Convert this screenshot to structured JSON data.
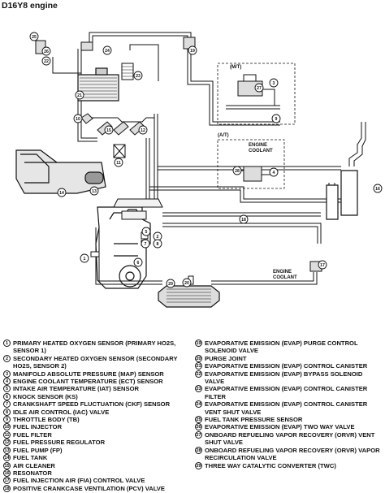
{
  "title": "D16Y8 engine",
  "labels": {
    "mt": "(M/T)",
    "at": "(A/T)",
    "engine_coolant_1": "ENGINE\nCOOLANT",
    "engine_coolant_2": "ENGINE\nCOOLANT"
  },
  "legend_left": [
    {
      "num": "1",
      "text": "PRIMARY HEATED OXYGEN SENSOR (PRIMARY HO2S, SENSOR 1)"
    },
    {
      "num": "2",
      "text": "SECONDARY HEATED OXYGEN SENSOR (SECONDARY HO2S, SENSOR 2)"
    },
    {
      "num": "3",
      "text": "MANIFOLD ABSOLUTE PRESSURE (MAP) SENSOR"
    },
    {
      "num": "4",
      "text": "ENGINE COOLANT TEMPERATURE (ECT) SENSOR"
    },
    {
      "num": "5",
      "text": "INTAKE AIR TEMPERATURE (IAT) SENSOR"
    },
    {
      "num": "6",
      "text": "KNOCK SENSOR (KS)"
    },
    {
      "num": "7",
      "text": "CRANKSHAFT SPEED FLUCTUATION (CKF) SENSOR"
    },
    {
      "num": "8",
      "text": "IDLE AIR CONTROL (IAC) VALVE"
    },
    {
      "num": "9",
      "text": "THROTTLE BODY (TB)"
    },
    {
      "num": "10",
      "text": "FUEL INJECTOR"
    },
    {
      "num": "11",
      "text": "FUEL FILTER"
    },
    {
      "num": "12",
      "text": "FUEL PRESSURE REGULATOR"
    },
    {
      "num": "13",
      "text": "FUEL PUMP (FP)"
    },
    {
      "num": "14",
      "text": "FUEL TANK"
    },
    {
      "num": "15",
      "text": "AIR CLEANER"
    },
    {
      "num": "16",
      "text": "RESONATOR"
    },
    {
      "num": "17",
      "text": "FUEL INJECTION AIR (FIA) CONTROL VALVE"
    },
    {
      "num": "18",
      "text": "POSITIVE CRANKCASE VENTILATION (PCV) VALVE"
    }
  ],
  "legend_right": [
    {
      "num": "19",
      "text": "EVAPORATIVE EMISSION (EVAP) PURGE CONTROL SOLENOID VALVE"
    },
    {
      "num": "20",
      "text": "PURGE JOINT"
    },
    {
      "num": "21",
      "text": "EVAPORATIVE EMISSION (EVAP) CONTROL CANISTER"
    },
    {
      "num": "22",
      "text": "EVAPORATIVE EMISSION (EVAP) BYPASS SOLENOID VALVE"
    },
    {
      "num": "23",
      "text": "EVAPORATIVE EMISSION (EVAP) CONTROL CANISTER FILTER"
    },
    {
      "num": "24",
      "text": "EVAPORATIVE EMISSION (EVAP) CONTROL CANISTER VENT SHUT VALVE"
    },
    {
      "num": "25",
      "text": "FUEL TANK PRESSURE SENSOR"
    },
    {
      "num": "26",
      "text": "EVAPORATIVE EMISSION (EVAP) TWO WAY VALVE"
    },
    {
      "num": "27",
      "text": "ONBOARD REFUELING VAPOR RECOVERY (ORVR) VENT SHUT VALVE"
    },
    {
      "num": "28",
      "text": "ONBOARD REFUELING VAPOR RECOVERY (ORVR) VAPOR RECIRCULATION VALVE"
    },
    {
      "num": "29",
      "text": "THREE WAY CATALYTIC CONVERTER (TWC)"
    }
  ],
  "callouts": [
    "1",
    "2",
    "3",
    "4",
    "5",
    "6",
    "7",
    "8",
    "9",
    "10",
    "11",
    "12",
    "13",
    "14",
    "15",
    "16",
    "17",
    "18",
    "19",
    "20",
    "21",
    "22",
    "23",
    "24",
    "25",
    "26",
    "27",
    "28",
    "29"
  ]
}
